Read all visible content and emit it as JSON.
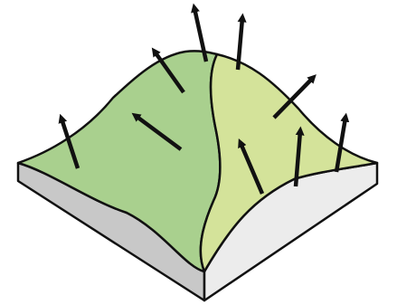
{
  "diagram": {
    "colors": {
      "background": "#ffffff",
      "surface_left": "#a9d08e",
      "surface_right": "#d4e39a",
      "slab_side_left": "#c8c8c8",
      "slab_side_right": "#ececec",
      "line": "#111111"
    },
    "arrows": [
      {
        "name": "arrow-far-left"
      },
      {
        "name": "arrow-left-slope"
      },
      {
        "name": "arrow-left-middle"
      },
      {
        "name": "arrow-peak-left"
      },
      {
        "name": "arrow-peak-right"
      },
      {
        "name": "arrow-right-upper"
      },
      {
        "name": "arrow-right-middle"
      },
      {
        "name": "arrow-right-lower"
      },
      {
        "name": "arrow-far-right"
      }
    ]
  }
}
